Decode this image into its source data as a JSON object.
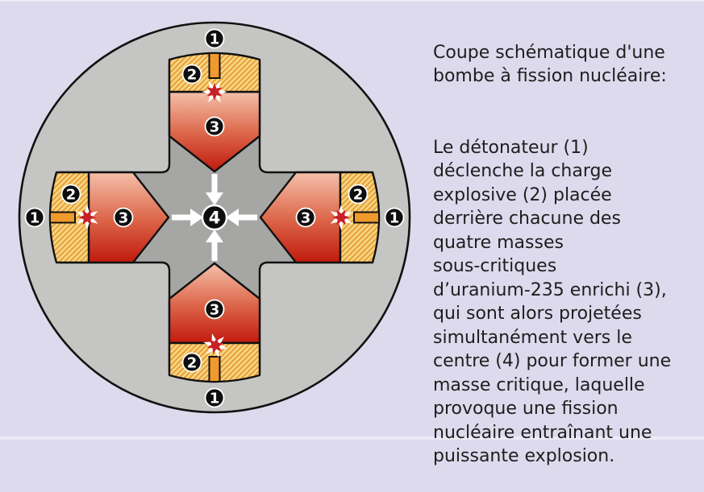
{
  "diagram": {
    "caption_title": [
      "Coupe schématique d'une",
      "bombe à fission nucléaire:"
    ],
    "caption_body": [
      "Le détonateur (1)",
      "déclenche la charge",
      "explosive (2) placée",
      "derrière chacune des",
      "quatre masses",
      "sous-critiques",
      "d’uranium-235 enrichi (3),",
      "qui sont alors projetées",
      "simultanément vers le",
      "centre (4) pour former une",
      "masse critique, laquelle",
      "provoque une fission",
      "nucléaire entraînant une",
      "puissante explosion."
    ],
    "labels": {
      "detonator": "1",
      "explosive_charge": "2",
      "uranium_mass": "3",
      "critical_center": "4"
    }
  },
  "colors": {
    "background": "#dcdaec",
    "edge_highlight": "#eceaf5",
    "casing": "#c5c5c3",
    "tamper": "#a6a7a4",
    "outline": "#111111",
    "uranium_light": "#f5c0ab",
    "uranium_mid": "#dd6a4d",
    "uranium_dark": "#c11a0e",
    "explosive_bg": "#f8dc8d",
    "explosive_stripe": "#e9a43e",
    "detonator": "#f0992d",
    "flash_red": "#c92026",
    "badge_bg": "#0e0e0e",
    "badge_ring": "#ffffff",
    "badge_text": "#ffffff",
    "arrow": "#ffffff",
    "caption_text": "#1e1e1e"
  }
}
